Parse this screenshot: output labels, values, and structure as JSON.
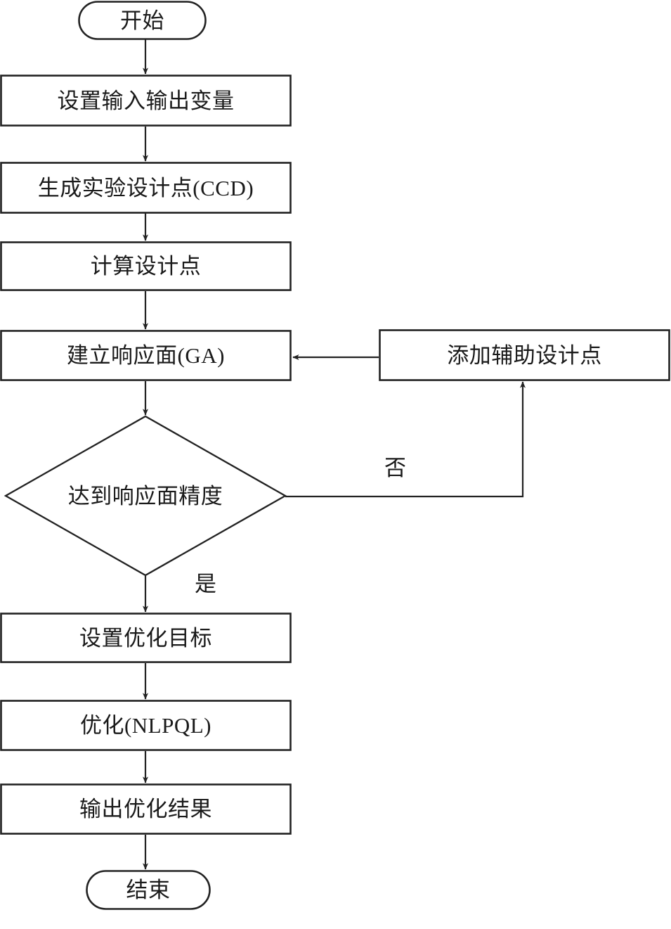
{
  "diagram": {
    "type": "flowchart",
    "orientation": "top-to-bottom",
    "language": "zh-CN",
    "stroke_color": "#222222",
    "background_color": "#ffffff",
    "text_color": "#1a1a1a",
    "nodes": [
      {
        "id": "start",
        "shape": "stadium",
        "label": "开始"
      },
      {
        "id": "set-vars",
        "shape": "rectangle",
        "label": "设置输入输出变量"
      },
      {
        "id": "gen-ccd",
        "shape": "rectangle",
        "label": "生成实验设计点(CCD)"
      },
      {
        "id": "calc-pts",
        "shape": "rectangle",
        "label": "计算设计点"
      },
      {
        "id": "build-rs",
        "shape": "rectangle",
        "label": "建立响应面(GA)"
      },
      {
        "id": "check-acc",
        "shape": "diamond",
        "label": "达到响应面精度"
      },
      {
        "id": "add-pts",
        "shape": "rectangle",
        "label": "添加辅助设计点"
      },
      {
        "id": "set-goal",
        "shape": "rectangle",
        "label": "设置优化目标"
      },
      {
        "id": "optimize",
        "shape": "rectangle",
        "label": "优化(NLPQL)"
      },
      {
        "id": "output-res",
        "shape": "rectangle",
        "label": "输出优化结果"
      },
      {
        "id": "end",
        "shape": "stadium",
        "label": "结束"
      }
    ],
    "edge_labels": {
      "no": "否",
      "yes": "是"
    },
    "edges": [
      {
        "from": "start",
        "to": "set-vars",
        "label": ""
      },
      {
        "from": "set-vars",
        "to": "gen-ccd",
        "label": ""
      },
      {
        "from": "gen-ccd",
        "to": "calc-pts",
        "label": ""
      },
      {
        "from": "calc-pts",
        "to": "build-rs",
        "label": ""
      },
      {
        "from": "build-rs",
        "to": "check-acc",
        "label": ""
      },
      {
        "from": "check-acc",
        "to": "add-pts",
        "label": "否"
      },
      {
        "from": "add-pts",
        "to": "build-rs",
        "label": ""
      },
      {
        "from": "check-acc",
        "to": "set-goal",
        "label": "是"
      },
      {
        "from": "set-goal",
        "to": "optimize",
        "label": ""
      },
      {
        "from": "optimize",
        "to": "output-res",
        "label": ""
      },
      {
        "from": "output-res",
        "to": "end",
        "label": ""
      }
    ]
  }
}
